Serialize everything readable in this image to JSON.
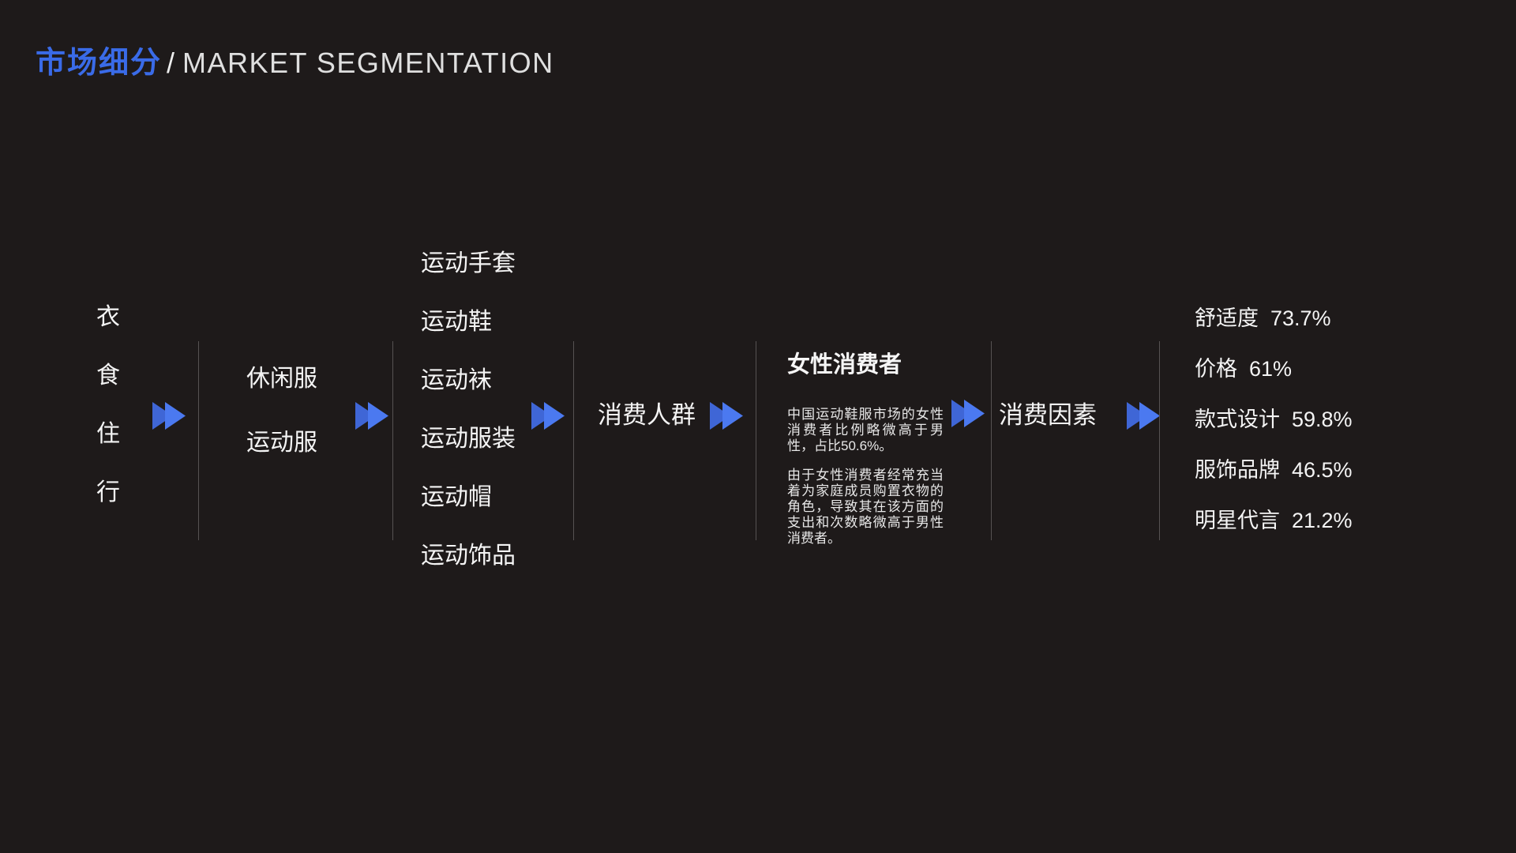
{
  "colors": {
    "background": "#1e1a1a",
    "accent_blue": "#3a6be8",
    "arrow_blue_back": "#3f66d6",
    "arrow_blue_front": "#4b79f0",
    "divider_gray": "#565252",
    "text_white": "#f4f4f4"
  },
  "header": {
    "title_zh": "市场细分",
    "separator": "/",
    "title_en": "MARKET SEGMENTATION"
  },
  "flow": {
    "stage1_items": [
      "衣",
      "食",
      "住",
      "行"
    ],
    "stage2_items": [
      "休闲服",
      "运动服"
    ],
    "stage3_items": [
      "运动手套",
      "运动鞋",
      "运动袜",
      "运动服装",
      "运动帽",
      "运动饰品"
    ],
    "stage4_label": "消费人群",
    "stage5": {
      "heading": "女性消费者",
      "para1": "中国运动鞋服市场的女性消费者比例略微高于男性，占比50.6%。",
      "para2": "由于女性消费者经常充当着为家庭成员购置衣物的角色，导致其在该方面的支出和次数略微高于男性消费者。"
    },
    "stage6_label": "消费因素",
    "stage7_stats": [
      {
        "label": "舒适度",
        "value": "73.7%"
      },
      {
        "label": "价格",
        "value": "61%"
      },
      {
        "label": "款式设计",
        "value": "59.8%"
      },
      {
        "label": "服饰品牌",
        "value": "46.5%"
      },
      {
        "label": "明星代言",
        "value": "21.2%"
      }
    ]
  }
}
